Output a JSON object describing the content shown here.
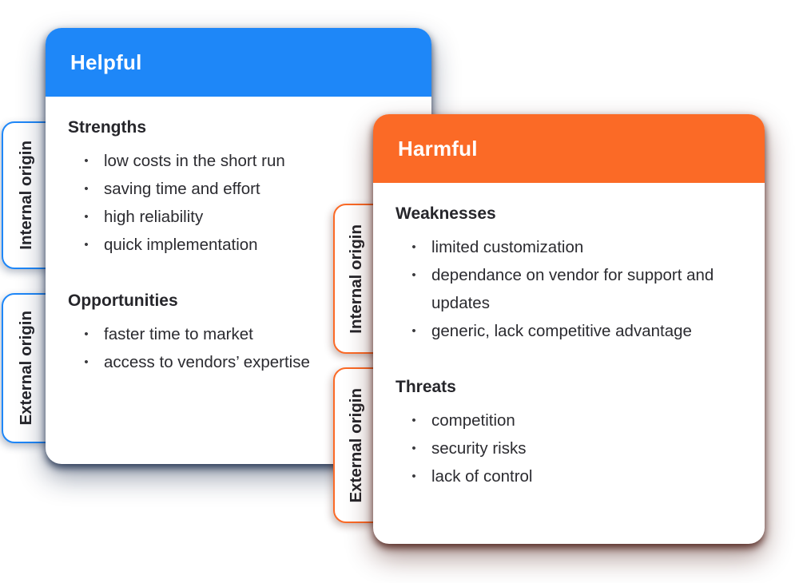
{
  "diagram": "SWOT analysis",
  "colors": {
    "helpful_header": "#1e87f8",
    "harmful_header": "#fb6a26",
    "card_background": "#ffffff",
    "text": "#26262b"
  },
  "helpful_card": {
    "header": "Helpful",
    "tabs": [
      "Internal origin",
      "External origin"
    ],
    "sections": [
      {
        "heading": "Strengths",
        "items": [
          "low costs in the short run",
          "saving time and effort",
          "high reliability",
          "quick implementation"
        ]
      },
      {
        "heading": "Opportunities",
        "items": [
          "faster time to market",
          "access to vendors’ expertise"
        ]
      }
    ]
  },
  "harmful_card": {
    "header": "Harmful",
    "tabs": [
      "Internal origin",
      "External origin"
    ],
    "sections": [
      {
        "heading": "Weaknesses",
        "items": [
          "limited customization",
          "dependance on vendor for support and updates",
          "generic, lack competitive advantage"
        ]
      },
      {
        "heading": "Threats",
        "items": [
          "competition",
          "security risks",
          "lack of control"
        ]
      }
    ]
  },
  "bullet_glyph": "•"
}
